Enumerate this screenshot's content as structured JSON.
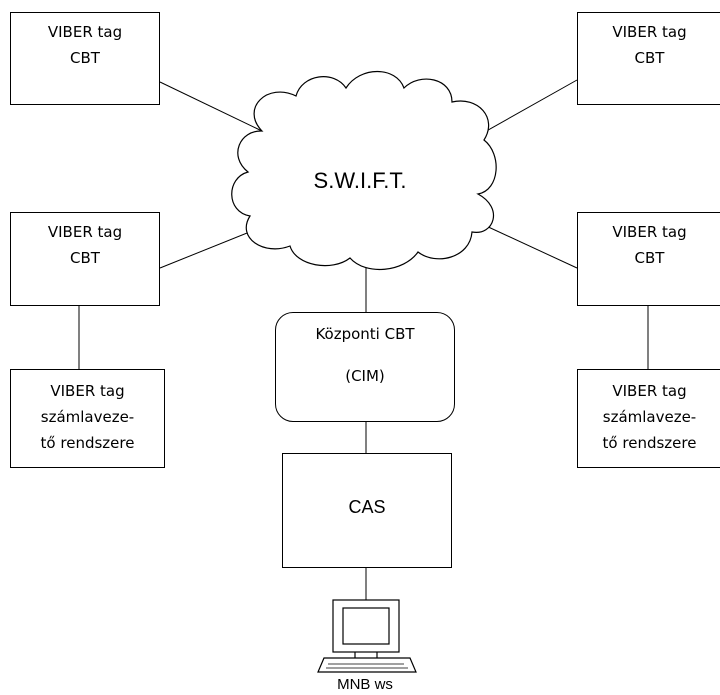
{
  "nodes": {
    "tl": {
      "line1": "VIBER tag",
      "line2": "CBT"
    },
    "tr": {
      "line1": "VIBER tag",
      "line2": "CBT"
    },
    "ml": {
      "line1": "VIBER tag",
      "line2": "CBT"
    },
    "mr": {
      "line1": "VIBER tag",
      "line2": "CBT"
    },
    "bl": {
      "line1": "VIBER tag",
      "line2": "számlaveze-",
      "line3": "tő rendszere"
    },
    "br": {
      "line1": "VIBER tag",
      "line2": "számlaveze-",
      "line3": "tő rendszere"
    },
    "cim": {
      "line1": "Központi CBT",
      "line2": "(CIM)"
    },
    "swift": {
      "label": "S.W.I.F.T."
    },
    "cas": {
      "label": "CAS"
    },
    "ws": {
      "label": "MNB ws"
    }
  }
}
